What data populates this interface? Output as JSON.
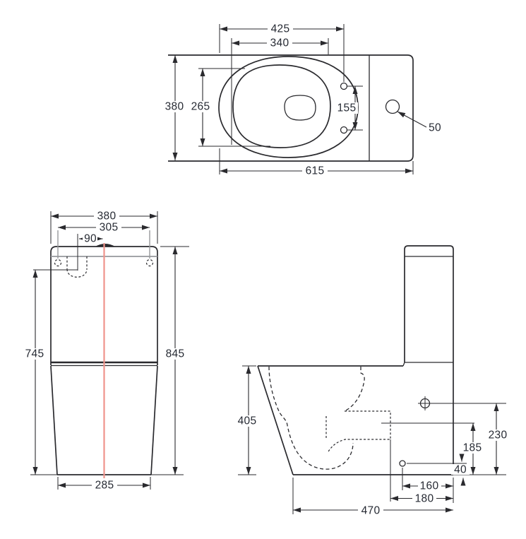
{
  "drawing_type": "toilet-suite-dimension-diagram",
  "colors": {
    "line": "#2a2a2e",
    "dimension_text": "#262a33",
    "centerline_red": "#f0948c",
    "secondary_gray": "#96989b",
    "background": "#ffffff"
  },
  "top_view": {
    "rim_to_fixing_holes": "425",
    "seat_opening_length": "340",
    "overall_width": "380",
    "seat_opening_width": "265",
    "fixing_hole_spacing": "155",
    "inlet_hole_diameter": "50",
    "overall_length": "615"
  },
  "front_view": {
    "cistern_width": "380",
    "fixing_hole_spacing": "305",
    "inlet_offset_from_centreline": "90",
    "inlet_height": "745",
    "overall_height": "845",
    "base_width": "285"
  },
  "side_view": {
    "pan_height": "405",
    "outlet_mark_height": "230",
    "trap_outlet_height": "185",
    "inlet_height": "40",
    "inlet_setout": "160",
    "outlet_setout": "180",
    "overall_depth": "470"
  }
}
